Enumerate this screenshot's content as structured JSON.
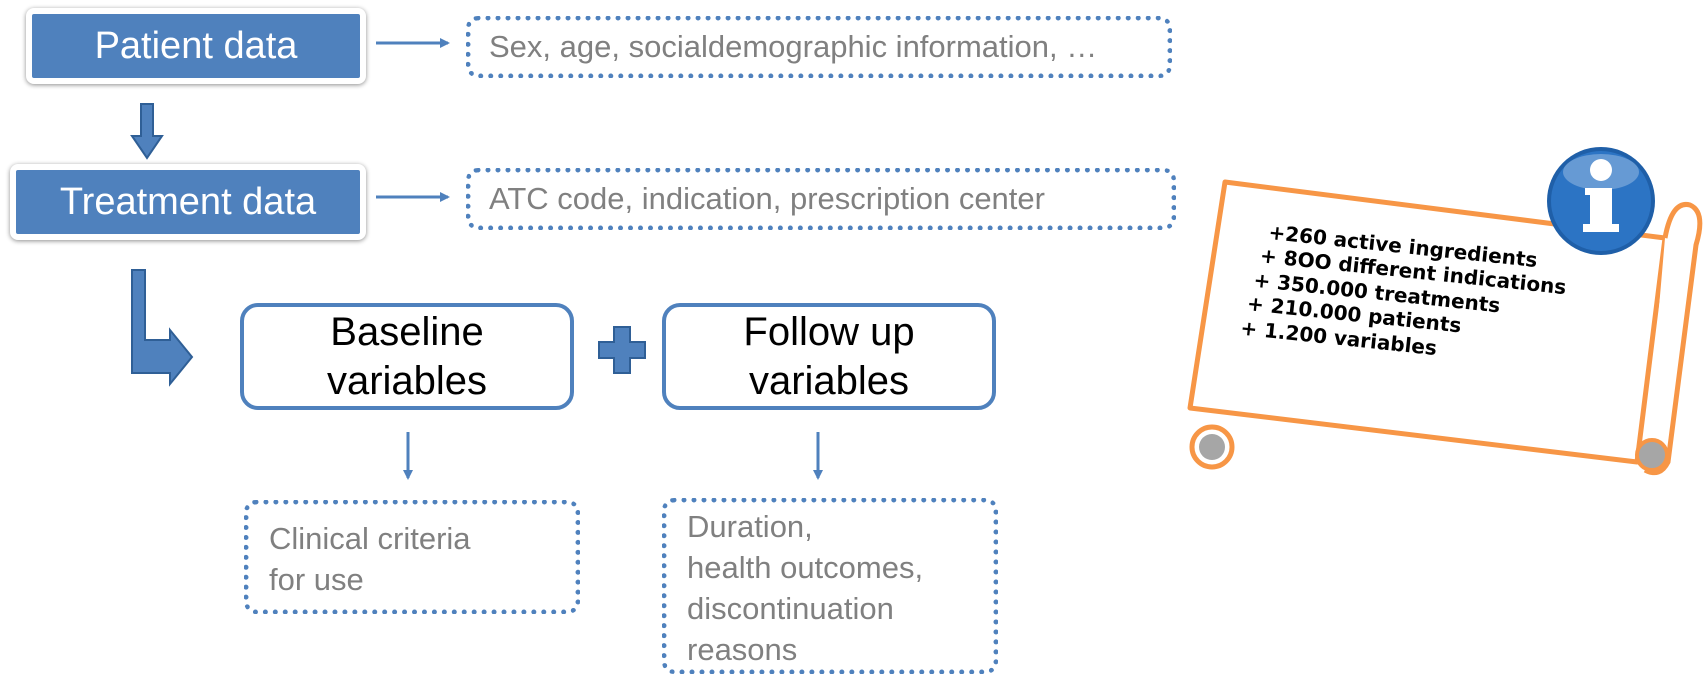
{
  "patient": {
    "title": "Patient data",
    "details": "Sex, age, socialdemographic information, …"
  },
  "treatment": {
    "title": "Treatment data",
    "details": "ATC code, indication, prescription center"
  },
  "baseline": {
    "title_line1": "Baseline",
    "title_line2": "variables",
    "details": [
      "Clinical criteria",
      "for use"
    ]
  },
  "followup": {
    "title_line1": "Follow up",
    "title_line2": "variables",
    "details": [
      "Duration,",
      "health outcomes,",
      "discontinuation",
      "reasons"
    ]
  },
  "info_scroll": {
    "lines": [
      "+260 active ingredients",
      "+ 8OO different indications",
      "+ 350.000 treatments",
      "+ 210.000 patients",
      "+ 1.200 variables"
    ],
    "icon_glyph": "i"
  },
  "colors": {
    "primary_blue": "#4f81bd",
    "dark_blue": "#3c6ea6",
    "scroll_orange": "#f79646",
    "scroll_curl_gray": "#a6a6a6",
    "info_icon_blue": "#1f5fa8",
    "gray_text": "#808080"
  }
}
